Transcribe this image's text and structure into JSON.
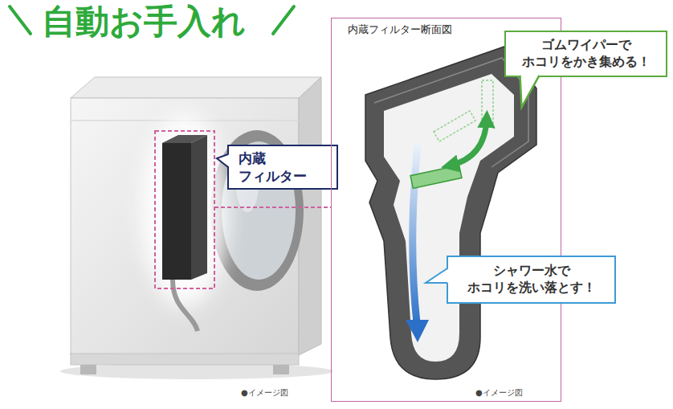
{
  "diagram": {
    "title": "自動お手入れ",
    "nodes": [
      {
        "text": [
          "内蔵 フィルター"
        ]
      },
      {
        "text": [
          "内蔵フィルター断面図"
        ]
      },
      {
        "text": [
          "ゴムワイパーで ホコリをかき集める！"
        ]
      },
      {
        "text": [
          "シャワー水で ホコリを洗い落とす！"
        ]
      }
    ],
    "labels": [
      "●イメージ図",
      "●イメージ図"
    ]
  }
}
